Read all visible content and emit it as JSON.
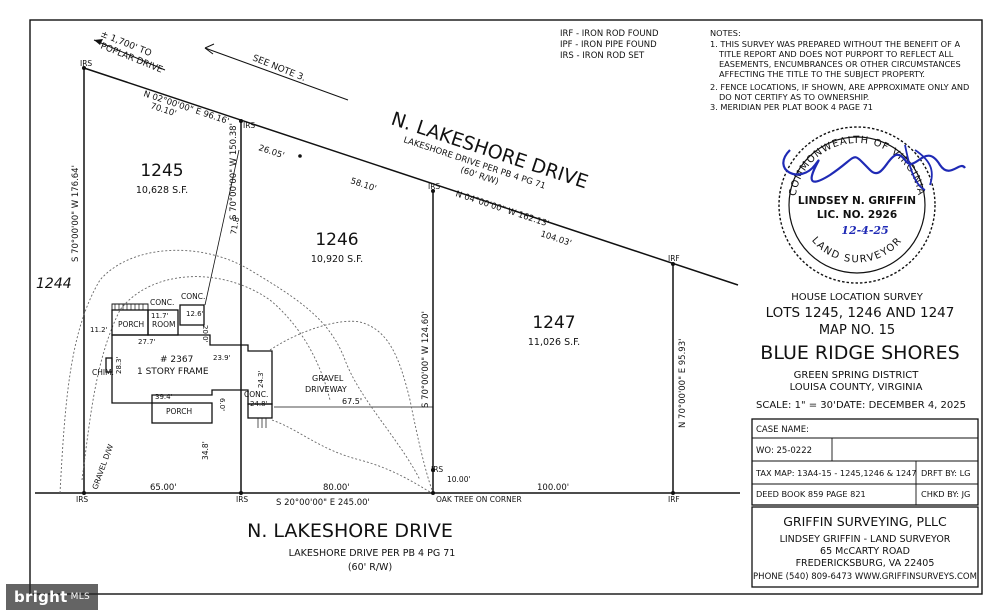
{
  "legend": {
    "irf": "IRF - IRON ROD FOUND",
    "ipf": "IPF - IRON PIPE FOUND",
    "irs": "IRS - IRON ROD SET"
  },
  "notes": {
    "heading": "NOTES:",
    "lines": [
      "1. THIS SURVEY WAS PREPARED WITHOUT THE BENEFIT OF A",
      "TITLE REPORT AND DOES NOT PURPORT TO REFLECT ALL",
      "EASEMENTS, ENCUMBRANCES OR OTHER CIRCUMSTANCES",
      "AFFECTING THE TITLE TO THE SUBJECT PROPERTY.",
      "2. FENCE LOCATIONS, IF SHOWN, ARE APPROXIMATE ONLY AND",
      "DO NOT CERTIFY AS TO OWNERSHIP.",
      "3. MERIDIAN PER PLAT BOOK 4 PAGE 71"
    ]
  },
  "seal": {
    "top_arc": "COMMONWEALTH OF VIRGINIA",
    "bottom_arc": "LAND SURVEYOR",
    "name": "LINDSEY N. GRIFFIN",
    "lic": "LIC. NO. 2926",
    "date": "12-4-25"
  },
  "title_block": {
    "line1": "HOUSE LOCATION SURVEY",
    "line2": "LOTS 1245, 1246 AND 1247",
    "line3": "MAP NO. 15",
    "line4": "BLUE RIDGE SHORES",
    "line5": "GREEN SPRING DISTRICT",
    "line6": "LOUISA COUNTY, VIRGINIA",
    "scale": "SCALE: 1\" = 30'",
    "date": "DATE: DECEMBER 4, 2025"
  },
  "case_table": {
    "case_name": "CASE NAME:",
    "wo": "WO: 25-0222",
    "tax_map": "TAX MAP: 13A4-15 - 1245,1246 & 1247",
    "deed": "DEED BOOK 859 PAGE 821",
    "drft": "DRFT BY: LG",
    "chkd": "CHKD BY: JG"
  },
  "company": {
    "name": "GRIFFIN SURVEYING, PLLC",
    "person": "LINDSEY GRIFFIN - LAND SURVEYOR",
    "address": "65 McCARTY ROAD",
    "city": "FREDERICKSBURG, VA 22405",
    "contact": "PHONE (540) 809-6473 WWW.GRIFFINSURVEYS.COM"
  },
  "road_top": {
    "name": "N. LAKESHORE DRIVE",
    "sub1": "LAKESHORE DRIVE PER PB 4 PG 71",
    "sub2": "(60' R/W)"
  },
  "road_bottom": {
    "name": "N. LAKESHORE DRIVE",
    "sub1": "LAKESHORE DRIVE PER PB 4 PG 71",
    "sub2": "(60' R/W)"
  },
  "lots": [
    {
      "number": "1245",
      "area": "10,628 S.F."
    },
    {
      "number": "1246",
      "area": "10,920 S.F."
    },
    {
      "number": "1247",
      "area": "11,026 S.F."
    }
  ],
  "adjacent_lot": "1244",
  "house": {
    "address": "# 2367",
    "desc": "1 STORY FRAME",
    "porch_left": "PORCH",
    "room": "ROOM",
    "conc1": "CONC.",
    "conc2": "CONC.",
    "conc3": "CONC.",
    "porch_bottom": "PORCH",
    "chim": "CHIM.",
    "driveway_top": "GRAVEL",
    "driveway_bottom": "DRIVEWAY",
    "gravel_dw": "GRAVEL D/W"
  },
  "dims": {
    "d11_2": "11.2'",
    "d11_7": "11.7'",
    "d12_6": "12.6'",
    "d20_0": "20.0'",
    "d27_7": "27.7'",
    "d28_3": "28.3'",
    "d23_9": "23.9'",
    "d24_3": "24.3'",
    "d24_8": "24.8'",
    "d39_4": "39.4'",
    "d6_0": "6.0'",
    "d34_8": "34.8'",
    "d67_5": "67.5'",
    "d71_8": "71.8'",
    "d26_05": "26.05'",
    "d58_10": "58.10'",
    "d104_03": "104.03'",
    "d65_00": "65.00'",
    "d80_00": "80.00'",
    "d100_00": "100.00'",
    "d10_00": "10.00'"
  },
  "bearings": {
    "top1": "N 02°00'00\" E  96.16'",
    "top1b": "70.10'",
    "top2": "N 04°00'00\" W  162.13'",
    "west": "S 70°00'00\" W  176.64'",
    "mid1": "S 70°00'00\" W  150.38'",
    "mid2": "S 70°00'00\" W  124.60'",
    "east": "N 70°00'00\" E  95.93'",
    "bottom": "S 20°00'00\" E  245.00'"
  },
  "markers": {
    "irs": "IRS",
    "irf": "IRF",
    "oak": "OAK TREE ON CORNER"
  },
  "callouts": {
    "poplar1": "± 1,700' TO",
    "poplar2": "POPLAR DRIVE",
    "see_note": "SEE NOTE 3."
  },
  "watermark": {
    "brand": "bright",
    "suffix": "MLS"
  }
}
